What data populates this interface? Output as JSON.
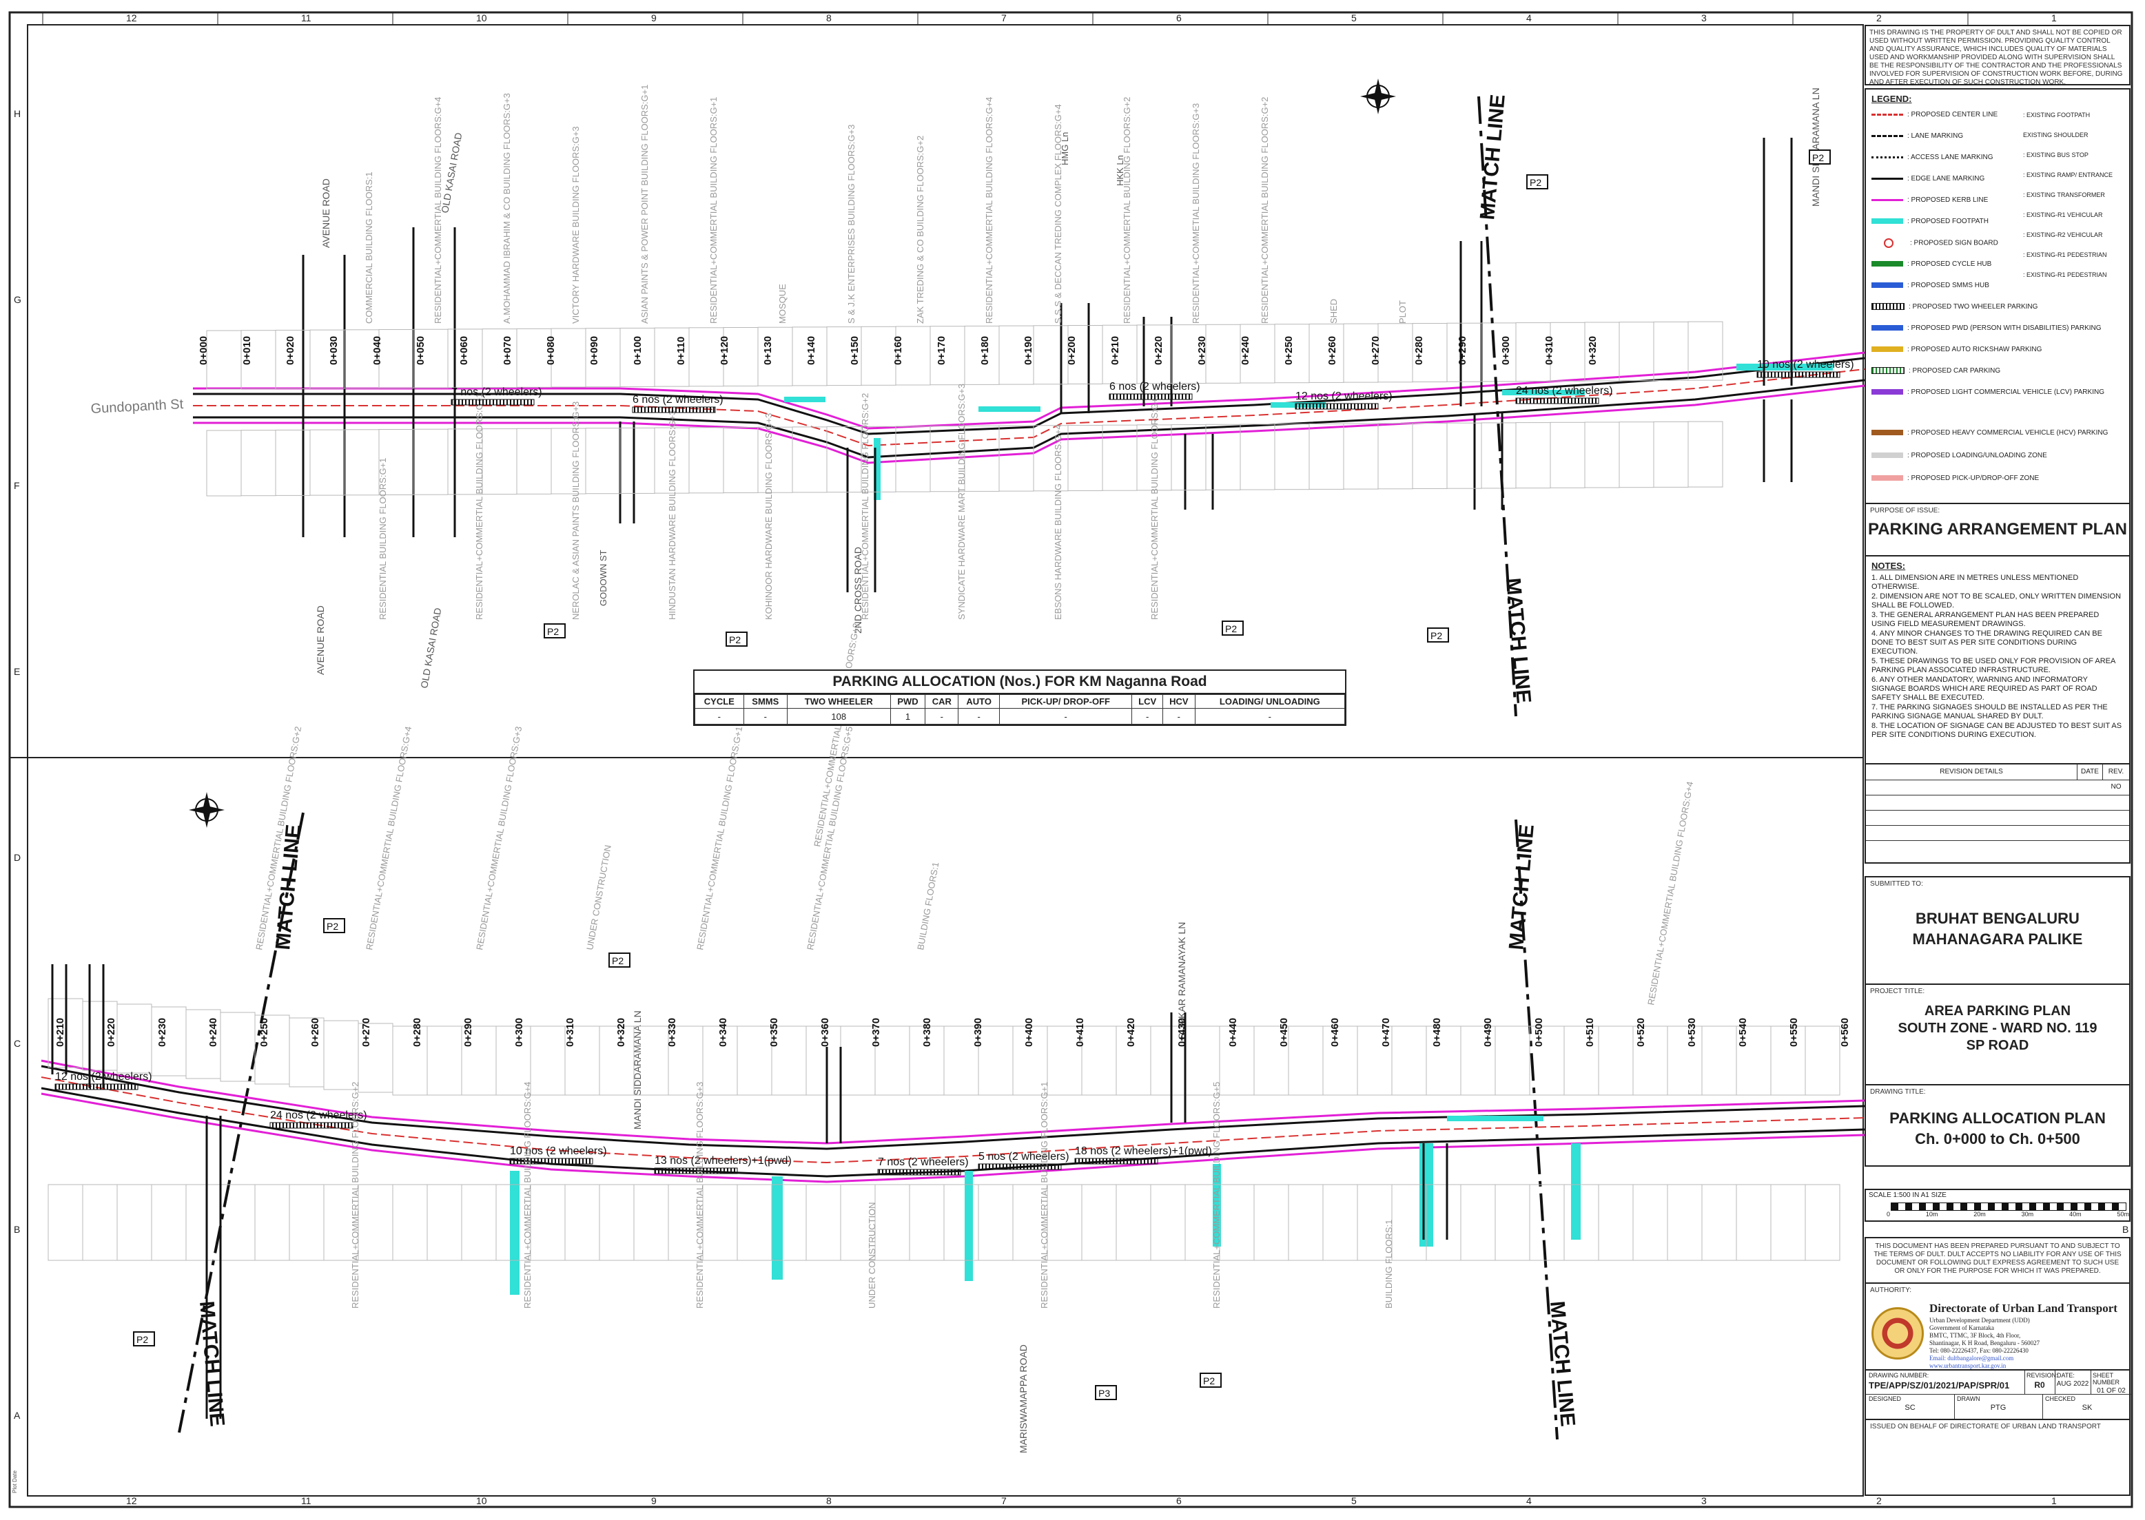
{
  "grid": {
    "columns": [
      "12",
      "11",
      "10",
      "9",
      "8",
      "7",
      "6",
      "5",
      "4",
      "3",
      "2",
      "1"
    ],
    "rows": [
      "H",
      "G",
      "F",
      "E",
      "D",
      "C",
      "B",
      "A"
    ]
  },
  "map": {
    "street_label": "Gundopanth St",
    "match_line": "MATCH LINE",
    "parking_groups_top": [
      "7 nos (2 wheelers)",
      "6 nos (2 wheelers)",
      "6 nos (2 wheelers)",
      "12 nos (2 wheelers)",
      "24 nos (2 wheelers)",
      "10 nos (2 wheelers)"
    ],
    "parking_groups_bottom": [
      "12 nos (2 wheelers)",
      "24 nos (2 wheelers)",
      "10 nos (2 wheelers)",
      "13 nos (2 wheelers)+1(pwd)",
      "7 nos (2 wheelers)",
      "5 nos (2 wheelers)",
      "18 nos (2 wheelers)+1(pwd)"
    ],
    "chainages_top": [
      "0+000",
      "0+010",
      "0+020",
      "0+030",
      "0+040",
      "0+050",
      "0+060",
      "0+070",
      "0+080",
      "0+090",
      "0+100",
      "0+110",
      "0+120",
      "0+130",
      "0+140",
      "0+150",
      "0+160",
      "0+170",
      "0+180",
      "0+190",
      "0+200",
      "0+210",
      "0+220",
      "0+230",
      "0+240",
      "0+250",
      "0+260",
      "0+270",
      "0+280",
      "0+290",
      "0+300",
      "0+310",
      "0+320"
    ],
    "chainages_bottom": [
      "0+210",
      "0+220",
      "0+230",
      "0+240",
      "0+250",
      "0+260",
      "0+270",
      "0+280",
      "0+290",
      "0+300",
      "0+310",
      "0+320",
      "0+330",
      "0+340",
      "0+350",
      "0+360",
      "0+370",
      "0+380",
      "0+390",
      "0+400",
      "0+410",
      "0+420",
      "0+430",
      "0+440",
      "0+450",
      "0+460",
      "0+470",
      "0+480",
      "0+490",
      "0+500",
      "0+510",
      "0+520",
      "0+530",
      "0+540",
      "0+550",
      "0+560"
    ],
    "roads": [
      "AVENUE ROAD",
      "OLD KASAI ROAD",
      "GODOWN ST",
      "2ND CROSS ROAD",
      "MANDI SIDDARAMANA LN",
      "MARISWAMAPPA ROAD",
      "GURKAR RAMANAYAK LN",
      "HMG Ln",
      "HKK Ln"
    ],
    "buildings_top": [
      "COMMERCIAL BUILDING FLOORS:1",
      "RESIDENTIAL+COMMERTIAL BUILDING FLOORS:G+4",
      "A.MOHAMMAD IBRAHIM & CO BUILDING FLOORS:G+3",
      "VICTORY HARDWARE BUILDING FLOORS:G+3",
      "ASIAN PAINTS & POWER POINT BUILDING FLOORS:G+1",
      "RESIDENTIAL+COMMERTIAL BUILDING FLOORS:G+1",
      "MOSQUE",
      "S & J.K ENTERPRISES BUILDING FLOORS:G+3",
      "ZAK TREDING & CO BUILDING FLOORS:G+2",
      "RESIDENTIAL+COMMERTIAL BUILDING FLOORS:G+4",
      "S.S.S & DECCAN TREDING COMPLEX FLOORS:G+4",
      "RESIDENTIAL+COMMERTIAL BUILDING FLOORS:G+2",
      "RESIDENTIAL+COMMETIAL BUILDING FLOORS:G+3",
      "RESIDENTIAL+COMMERTIAL BUILDING FLOORS:G+2",
      "SHED",
      "PLOT",
      "RESIDENTIAL BUILDING FLOORS:G+1",
      "RESIDENTIAL+COMMERTIAL BUILDING FLOORS:G+1",
      "NEROLAC & ASIAN PAINTS BUILDING FLOORS:G+3",
      "HINDUSTAN HARDWARE BUILDING FLOORS:G+3",
      "KOHINOOR HARDWARE BUILDING FLOORS:G+3",
      "RESIDENTIAL+COMMERTIAL BUILDING FLOORS:G+2",
      "SYNDICATE HARDWARE MART BUILDING FLOORS:G+3",
      "EBSONS HARDWARE BUILDING FLOORS:G+4",
      "RESIDENTIAL+COMMERTIAL BUILDING FLOORS:G+3"
    ],
    "buildings_bottom": [
      "RESIDENTIAL+COMMERTIAL BUILDING FLOORS:G+2",
      "RESIDENTIAL+COMMERTIAL BUILDING FLOORS:G+4",
      "RESIDENTIAL+COMMERTIAL BUILDING FLOORS:G+3",
      "UNDER CONSTRUCTION",
      "RESIDENTIAL+COMMERTIAL BUILDING FLOORS:G+1",
      "RESIDENTIAL+COMMERTIAL BUILDING FLOORS:G+5",
      "BUILDING FLOORS:1"
    ],
    "markers": [
      "P2",
      "P2",
      "P2",
      "P2",
      "P2",
      "P2",
      "P2",
      "P2",
      "P2",
      "P3",
      "P2"
    ]
  },
  "parking_table": {
    "title": "PARKING ALLOCATION (Nos.) FOR KM Naganna Road",
    "headers": [
      "CYCLE",
      "SMMS",
      "TWO WHEELER",
      "PWD",
      "CAR",
      "AUTO",
      "PICK-UP/ DROP-OFF",
      "LCV",
      "HCV",
      "LOADING/ UNLOADING"
    ],
    "values": [
      "-",
      "-",
      "108",
      "1",
      "-",
      "-",
      "-",
      "-",
      "-",
      "-"
    ]
  },
  "title_block": {
    "disclaimer": "THIS DRAWING IS THE PROPERTY OF DULT AND SHALL NOT BE COPIED OR USED WITHOUT WRITTEN PERMISSION. PROVIDING QUALITY CONTROL AND QUALITY ASSURANCE, WHICH INCLUDES QUALITY OF MATERIALS USED AND WORKMANSHIP PROVIDED ALONG WITH SUPERVISION SHALL BE THE RESPONSIBILITY OF THE CONTRACTOR AND THE PROFESSIONALS INVOLVED FOR SUPERVISION OF CONSTRUCTION WORK BEFORE, DURING AND AFTER EXECUTION OF SUCH CONSTRUCTION WORK.",
    "legend_title": "LEGEND:",
    "legend_left": [
      {
        "label": ": PROPOSED CENTER LINE",
        "color": "#d93030",
        "style": "dashed"
      },
      {
        "label": ": LANE MARKING",
        "color": "#111111",
        "style": "dashed"
      },
      {
        "label": ": ACCESS LANE MARKING",
        "color": "#111111",
        "style": "dotted"
      },
      {
        "label": ": EDGE LANE MARKING",
        "color": "#111111",
        "style": "solid"
      },
      {
        "label": ": PROPOSED KERB LINE",
        "color": "#e21fd6",
        "style": "solid"
      },
      {
        "label": ": PROPOSED FOOTPATH",
        "color": "#31e0d6",
        "style": "fill"
      },
      {
        "label": ": PROPOSED SIGN BOARD",
        "color": "#d93030",
        "style": "sign"
      },
      {
        "label": ": PROPOSED CYCLE HUB",
        "color": "#1a8a2a",
        "style": "fill"
      },
      {
        "label": ": PROPOSED SMMS HUB",
        "color": "#2a5cd6",
        "style": "fill"
      },
      {
        "label": ": PROPOSED TWO WHEELER PARKING",
        "color": "#111111",
        "style": "hatch"
      },
      {
        "label": ": PROPOSED PWD (PERSON WITH DISABILITIES) PARKING",
        "color": "#2a5cd6",
        "style": "fill"
      },
      {
        "label": ": PROPOSED AUTO RICKSHAW PARKING",
        "color": "#e0b020",
        "style": "fill"
      },
      {
        "label": ": PROPOSED CAR PARKING",
        "color": "#1a8a2a",
        "style": "hatch"
      },
      {
        "label": ": PROPOSED LIGHT COMMERCIAL VEHICLE (LCV) PARKING",
        "color": "#8a3ad6",
        "style": "fill"
      },
      {
        "label": ": PROPOSED HEAVY COMMERCIAL VEHICLE (HCV) PARKING",
        "color": "#a05a20",
        "style": "fill"
      },
      {
        "label": ": PROPOSED LOADING/UNLOADING ZONE",
        "color": "#d0d0d0",
        "style": "fill"
      },
      {
        "label": ": PROPOSED PICK-UP/DROP-OFF ZONE",
        "color": "#f0a0a0",
        "style": "fill"
      }
    ],
    "legend_right": [
      {
        "label": ": EXISTING FOOTPATH",
        "color": "#f0a040"
      },
      {
        "label": "EXISTING SHOULDER",
        "color": "#a0a0a0"
      },
      {
        "label": ": EXISTING BUS STOP",
        "color": "#2a5cd6"
      },
      {
        "label": ": EXISTING RAMP/ ENTRANCE",
        "color": "#8a8a8a"
      },
      {
        "label": ": EXISTING TRANSFORMER",
        "color": "#d6a020"
      },
      {
        "label": ": EXISTING-R1 VEHICULAR",
        "color": "#222222"
      },
      {
        "label": ": EXISTING-R2 VEHICULAR",
        "color": "#222222"
      },
      {
        "label": ": EXISTING-R1 PEDESTRIAN",
        "color": "#222222"
      },
      {
        "label": ": EXISTING-R1 PEDESTRIAN",
        "color": "#222222"
      }
    ],
    "purpose_label": "PURPOSE OF ISSUE:",
    "purpose": "PARKING ARRANGEMENT PLAN",
    "notes_title": "NOTES:",
    "notes": [
      "1. ALL DIMENSION ARE IN METRES UNLESS MENTIONED OTHERWISE.",
      "2. DIMENSION ARE NOT TO BE SCALED, ONLY WRITTEN DIMENSION SHALL BE FOLLOWED.",
      "3. THE GENERAL ARRANGEMENT PLAN HAS BEEN PREPARED USING FIELD MEASUREMENT DRAWINGS.",
      "4. ANY MINOR CHANGES TO THE DRAWING REQUIRED CAN BE DONE TO BEST SUIT AS PER SITE CONDITIONS DURING EXECUTION.",
      "5. THESE DRAWINGS TO BE USED ONLY FOR PROVISION OF AREA PARKING PLAN ASSOCIATED INFRASTRUCTURE.",
      "6. ANY OTHER MANDATORY, WARNING AND INFORMATORY SIGNAGE BOARDS WHICH ARE REQUIRED AS PART OF ROAD SAFETY SHALL BE EXECUTED.",
      "7. THE PARKING SIGNAGES SHOULD BE INSTALLED AS PER THE PARKING SIGNAGE MANUAL SHARED BY DULT.",
      "8. THE LOCATION OF SIGNAGE CAN BE ADJUSTED TO BEST SUIT AS PER SITE CONDITIONS DURING EXECUTION."
    ],
    "revision_headers": [
      "REVISION DETAILS",
      "DATE",
      "REV. NO"
    ],
    "submitted_label": "SUBMITTED TO:",
    "submitted_to_1": "BRUHAT BENGALURU",
    "submitted_to_2": "MAHANAGARA PALIKE",
    "project_label": "PROJECT TITLE:",
    "project_1": "AREA PARKING PLAN",
    "project_2": "SOUTH ZONE - WARD NO. 119",
    "project_3": "SP ROAD",
    "drawing_label": "DRAWING TITLE:",
    "drawing_1": "PARKING ALLOCATION PLAN",
    "drawing_2": "Ch. 0+000 to Ch. 0+500",
    "scale_label": "SCALE",
    "scale_value": "1:500 IN A1 SIZE",
    "scale_ticks": [
      "0",
      "10m",
      "20m",
      "30m",
      "40m",
      "50m"
    ],
    "legal": "THIS DOCUMENT HAS BEEN PREPARED PURSUANT TO AND SUBJECT TO THE TERMS OF DULT. DULT ACCEPTS NO LIABILITY FOR ANY USE OF THIS DOCUMENT OR FOLLOWING DULT EXPRESS AGREEMENT TO SUCH USE OR ONLY FOR THE PURPOSE FOR WHICH IT WAS PREPARED.",
    "authority_label": "AUTHORITY:",
    "authority_name": "Directorate of Urban Land Transport",
    "authority_lines": [
      "Urban Development Department (UDD)",
      "Government of Karnataka",
      "BMTC, TTMC, 3F Block, 4th Floor,",
      "Shantinagar, K H Road, Bengaluru - 560027",
      "Tel: 080-22226437, Fax: 080-22226430",
      "Email: dultbangalore@gmail.com",
      "www.urbantransport.kar.gov.in"
    ],
    "drawing_no_label": "DRAWING NUMBER:",
    "drawing_no": "TPE/APP/SZ/01/2021/PAP/SPR/01",
    "revision_label": "REVISION:",
    "revision": "R0",
    "date_label": "DATE:",
    "date": "AUG 2022",
    "sheet_label": "SHEET NUMBER",
    "sheet": "01 OF 02",
    "designed_label": "DESIGNED",
    "designed": "SC",
    "drawn_label": "DRAWN",
    "drawn": "PTG",
    "checked_label": "CHECKED",
    "checked": "SK",
    "issued": "ISSUED ON BEHALF OF DIRECTORATE OF URBAN LAND TRANSPORT"
  },
  "colors": {
    "footpath": "#31e0d6",
    "kerb": "#e21fd6",
    "centerline": "#d93030",
    "existing_footpath": "#f0a040",
    "building_text": "#9a9a9a"
  }
}
